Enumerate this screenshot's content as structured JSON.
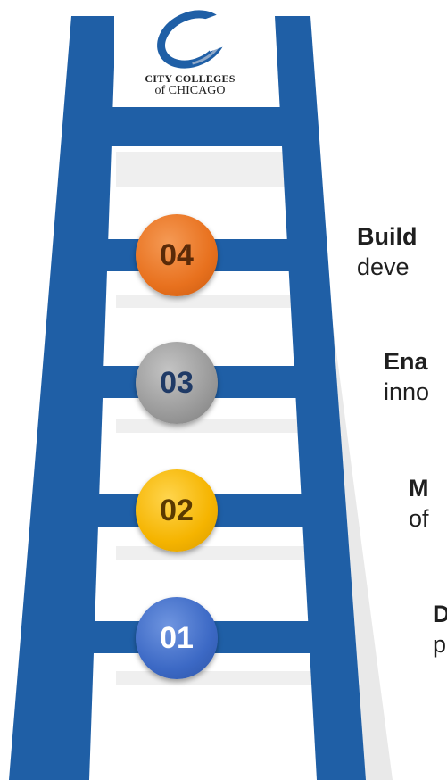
{
  "logo": {
    "line1": "CITY COLLEGES",
    "line2": "of CHICAGO",
    "icon": "swoosh-logo-icon"
  },
  "colors": {
    "ladder": "#1f5fa6",
    "rung_shadow": "#e6e6e6",
    "step_04": "#e8711e",
    "step_03": "#9a9a9a",
    "step_02": "#f5b400",
    "step_01": "#3c69c5"
  },
  "steps": [
    {
      "number": "04",
      "lead": "Build",
      "rest": "deve"
    },
    {
      "number": "03",
      "lead": "Ena",
      "rest": "inno"
    },
    {
      "number": "02",
      "lead": "M",
      "rest": "of"
    },
    {
      "number": "01",
      "lead": "D",
      "rest": "p"
    }
  ]
}
